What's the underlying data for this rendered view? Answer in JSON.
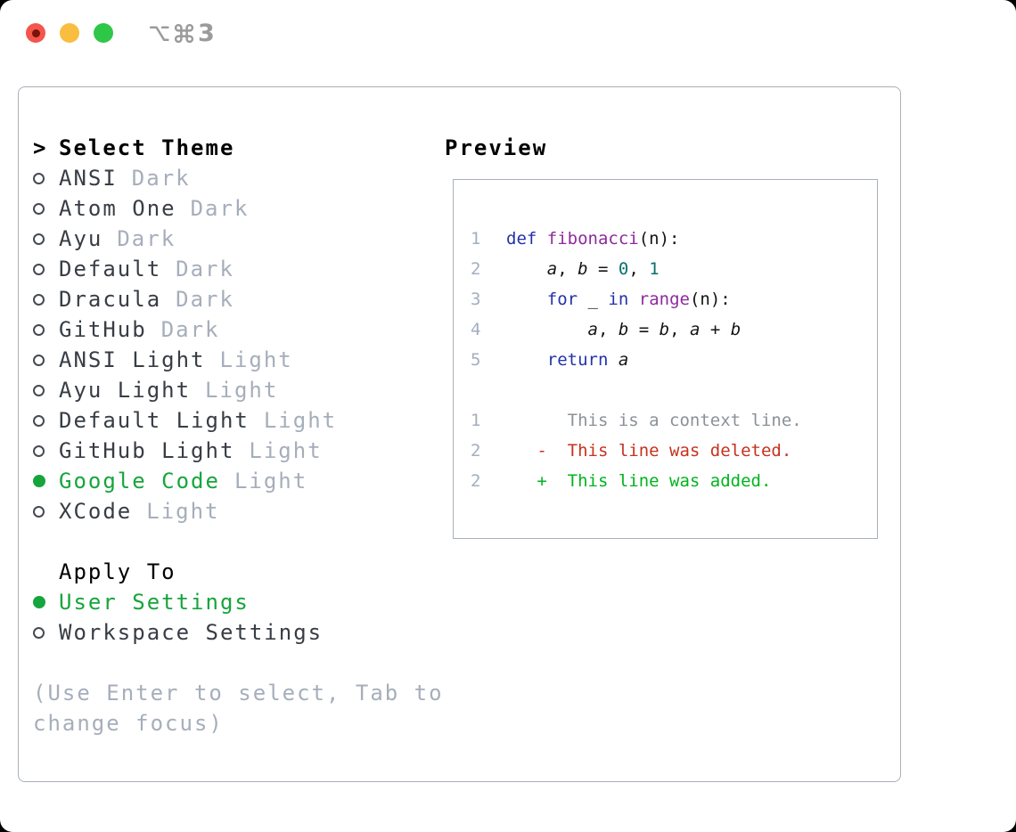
{
  "titlebar": {
    "shortcut_icons": [
      "option-icon",
      "command-icon"
    ],
    "shortcut_text": "3",
    "shortcut_full": "⌥⌘3",
    "traffic_lights": [
      "close",
      "minimize",
      "zoom"
    ]
  },
  "left_panel": {
    "header": {
      "prefix": ">",
      "label": "Select Theme"
    },
    "themes": [
      {
        "name": "ANSI",
        "tag": "Dark",
        "selected": false
      },
      {
        "name": "Atom One",
        "tag": "Dark",
        "selected": false
      },
      {
        "name": "Ayu",
        "tag": "Dark",
        "selected": false
      },
      {
        "name": "Default",
        "tag": "Dark",
        "selected": false
      },
      {
        "name": "Dracula",
        "tag": "Dark",
        "selected": false
      },
      {
        "name": "GitHub",
        "tag": "Dark",
        "selected": false
      },
      {
        "name": "ANSI Light",
        "tag": "Light",
        "selected": false
      },
      {
        "name": "Ayu Light",
        "tag": "Light",
        "selected": false
      },
      {
        "name": "Default Light",
        "tag": "Light",
        "selected": false
      },
      {
        "name": "GitHub Light",
        "tag": "Light",
        "selected": false
      },
      {
        "name": "Google Code",
        "tag": "Light",
        "selected": true
      },
      {
        "name": "XCode",
        "tag": "Light",
        "selected": false
      }
    ],
    "apply_to": {
      "label": "Apply To",
      "options": [
        {
          "label": "User Settings",
          "selected": true
        },
        {
          "label": "Workspace Settings",
          "selected": false
        }
      ]
    },
    "hint": "(Use Enter to select, Tab to change focus)"
  },
  "preview": {
    "label": "Preview",
    "code_lines": [
      {
        "num": "1",
        "tokens": [
          [
            "def",
            "k"
          ],
          [
            " "
          ],
          [
            "fibonacci",
            "f"
          ],
          [
            "(n):"
          ]
        ]
      },
      {
        "num": "2",
        "tokens": [
          [
            "    "
          ],
          [
            "a",
            "v"
          ],
          [
            ", "
          ],
          [
            "b",
            "v"
          ],
          [
            " = "
          ],
          [
            "0",
            "n"
          ],
          [
            ", "
          ],
          [
            "1",
            "n"
          ]
        ]
      },
      {
        "num": "3",
        "tokens": [
          [
            "    "
          ],
          [
            "for",
            "k"
          ],
          [
            " _ "
          ],
          [
            "in",
            "k"
          ],
          [
            " "
          ],
          [
            "range",
            "f"
          ],
          [
            "(n):"
          ]
        ]
      },
      {
        "num": "4",
        "tokens": [
          [
            "        "
          ],
          [
            "a",
            "v"
          ],
          [
            ", "
          ],
          [
            "b",
            "v"
          ],
          [
            " = "
          ],
          [
            "b",
            "v"
          ],
          [
            ", "
          ],
          [
            "a",
            "v"
          ],
          [
            " + "
          ],
          [
            "b",
            "v"
          ]
        ]
      },
      {
        "num": "5",
        "tokens": [
          [
            "    "
          ],
          [
            "return",
            "k"
          ],
          [
            " "
          ],
          [
            "a",
            "v"
          ]
        ]
      }
    ],
    "diff_lines": [
      {
        "num": "1",
        "kind": "context",
        "text": "      This is a context line."
      },
      {
        "num": "2",
        "kind": "deleted",
        "text": "   -  This line was deleted."
      },
      {
        "num": "2",
        "kind": "added",
        "text": "   +  This line was added."
      }
    ]
  },
  "colors": {
    "accent_green": "#16a53c",
    "added_green": "#00b41e",
    "deleted_red": "#c7311e",
    "context_gray": "#8b9199",
    "keyword_blue": "#2233aa",
    "function_purple": "#8f2a9e",
    "number_teal": "#0a6f6f",
    "line_number_gray": "#a3aebf",
    "muted_gray": "#a6aebb",
    "text_dark": "#383d45",
    "border_gray": "#a9b0b8",
    "traffic_red": "#f4554d",
    "traffic_yellow": "#f9bd40",
    "traffic_green": "#2ec748"
  }
}
